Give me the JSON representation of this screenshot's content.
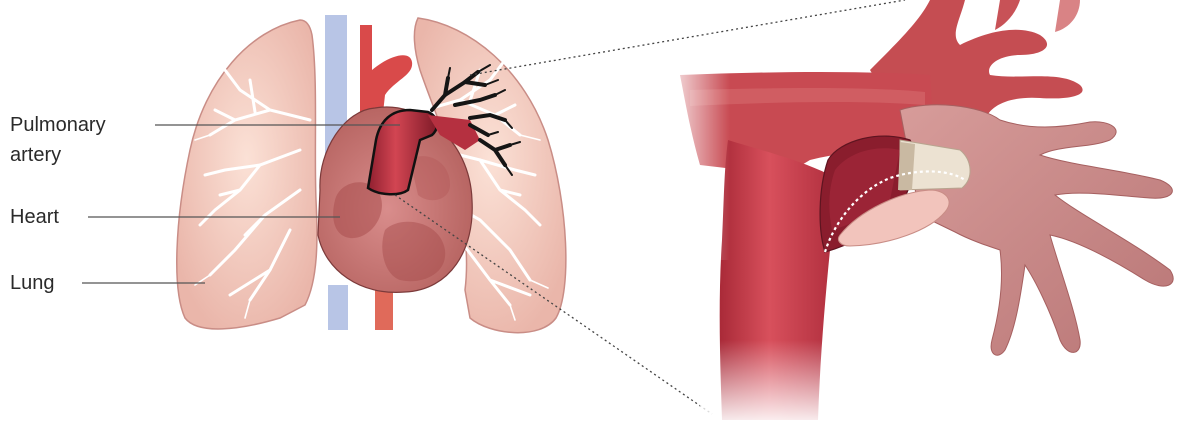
{
  "labels": {
    "pulmonary_artery_line1": "Pulmonary",
    "pulmonary_artery_line2": "artery",
    "heart": "Heart",
    "lung": "Lung"
  },
  "colors": {
    "lung_fill": "#f2c8bd",
    "lung_outline": "#c98d86",
    "bronchi": "#ffffff",
    "artery_red": "#c43a45",
    "artery_dark": "#8c1d2c",
    "heart": "#c9767a",
    "vein_blue": "#b9c6e6",
    "vessel_pink": "#c98a8a",
    "clot_cream": "#f0d8c2",
    "leader_line": "#555555"
  }
}
